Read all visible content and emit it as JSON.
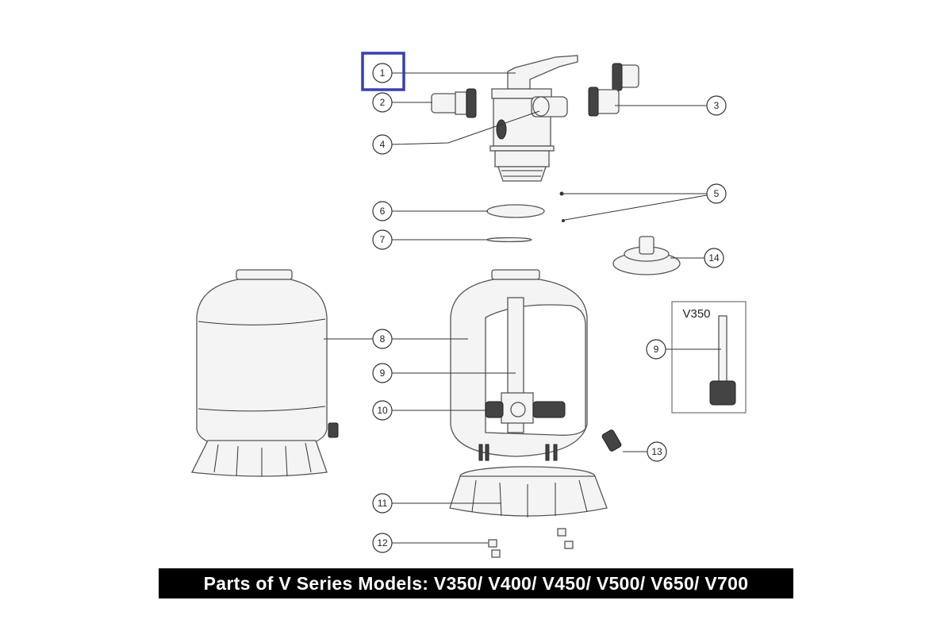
{
  "caption": "Parts of V Series Models: V350/ V400/ V450/ V500/ V650/ V700",
  "highlight_color": "#3a3fb0",
  "highlighted_part": "1",
  "callouts": [
    "1",
    "2",
    "3",
    "4",
    "5",
    "6",
    "7",
    "8",
    "9",
    "10",
    "11",
    "12",
    "13",
    "14"
  ],
  "inset": {
    "label": "V350",
    "callout": "9"
  }
}
